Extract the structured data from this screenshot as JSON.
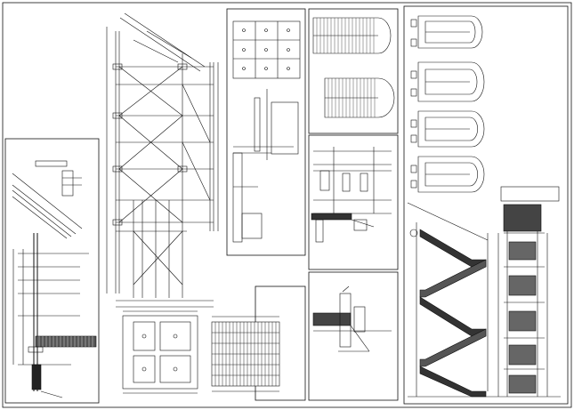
{
  "sheet": {
    "panels": [
      {
        "id": "left-detail",
        "labels": []
      },
      {
        "id": "truss-elevation",
        "labels": []
      },
      {
        "id": "plan-grid",
        "labels": []
      },
      {
        "id": "section-detail",
        "labels": []
      },
      {
        "id": "stair-plans",
        "labels": []
      },
      {
        "id": "stair-elevation",
        "labels": []
      }
    ]
  },
  "colors": {
    "line": "#111111",
    "paper": "#ffffff",
    "hatch": "#333333"
  }
}
